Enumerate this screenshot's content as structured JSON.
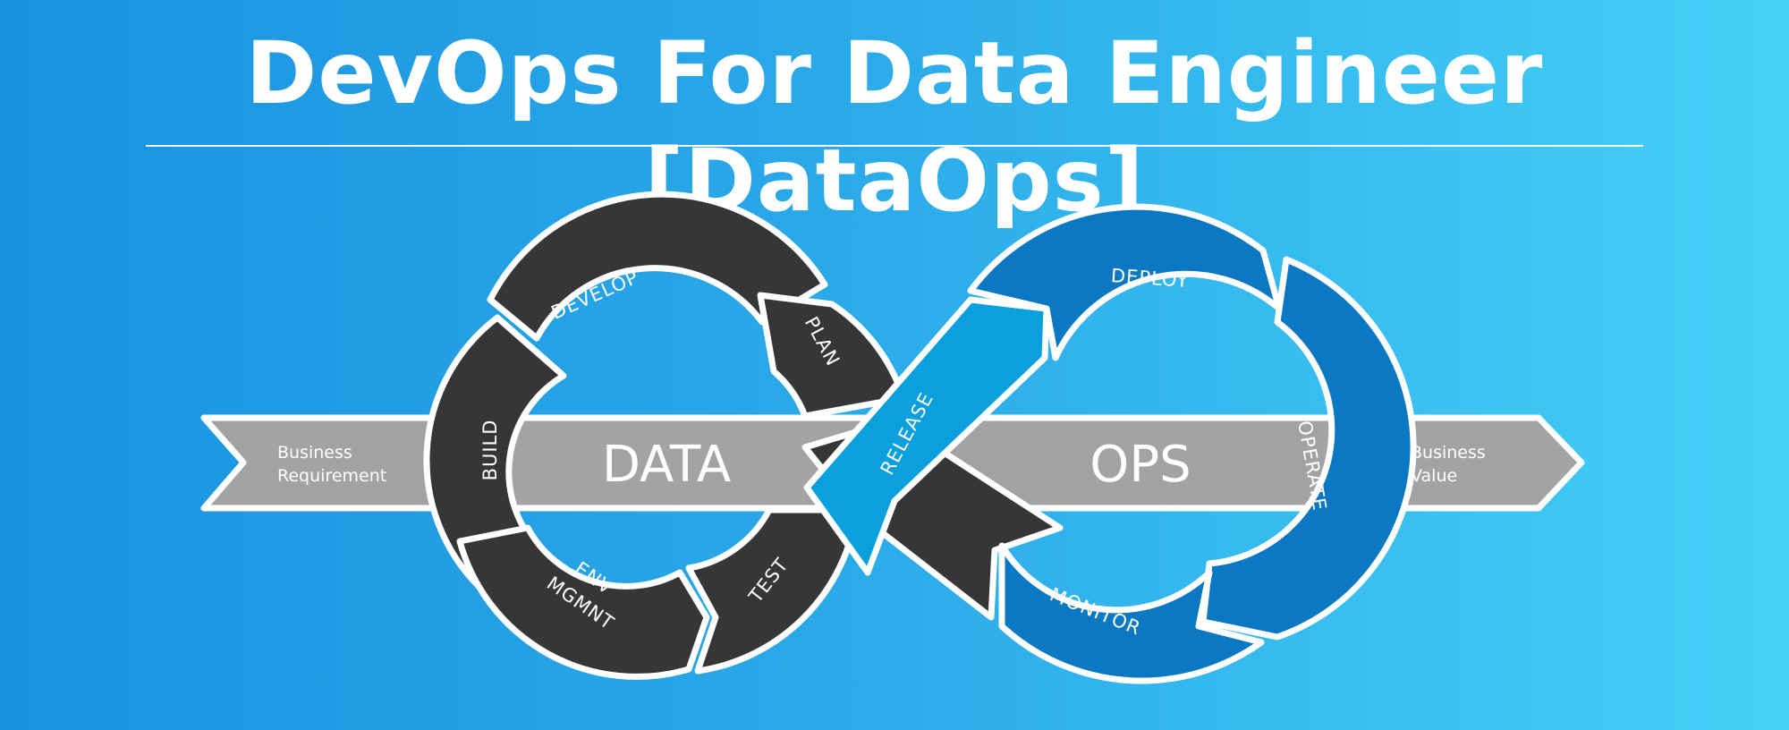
{
  "title": "DevOps For Data Engineer [DataOps]",
  "arrow": {
    "left_text_line1": "Business",
    "left_text_line2": "Requirement",
    "right_text_line1": "Business",
    "right_text_line2": "Value",
    "center_left": "DATA",
    "center_right": "OPS"
  },
  "stages": {
    "develop": "DEVELOP",
    "plan": "PLAN",
    "build": "BUILD",
    "env_line1": "ENV",
    "env_line2": "MGMNT",
    "test": "TEST",
    "release": "RELEASE",
    "deploy": "DEPLOY",
    "operate": "OPERATE",
    "monitor": "MONITOR"
  },
  "colors": {
    "background_left": "#1a92df",
    "background_right": "#44d0f6",
    "arrow_gray": "#a3a3a3",
    "data_loop": "#363636",
    "ops_loop": "#0a78c2",
    "release": "#0aa0dd",
    "outline": "#ffffff"
  }
}
